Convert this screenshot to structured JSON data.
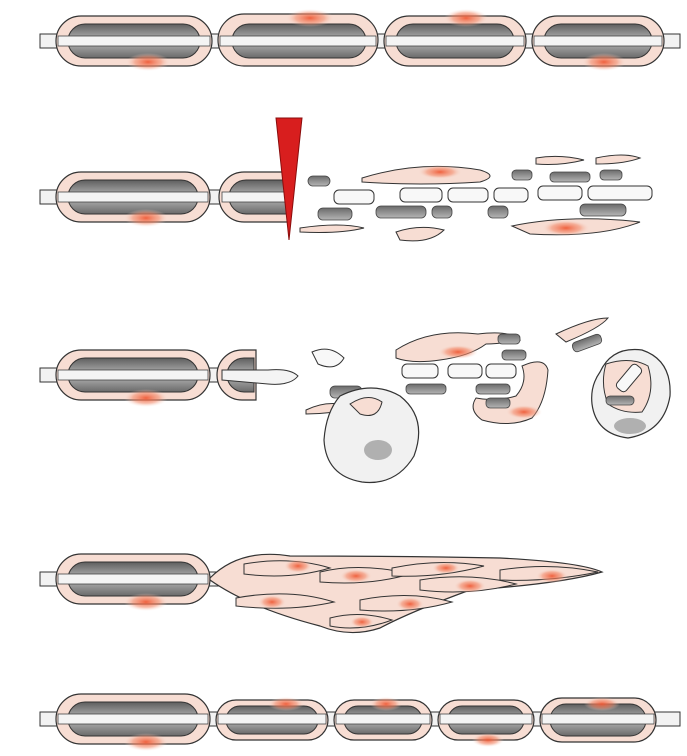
{
  "figure": {
    "panels": [
      {
        "id": "panel-1",
        "stage": "intact"
      },
      {
        "id": "panel-2",
        "stage": "injury"
      },
      {
        "id": "panel-3",
        "stage": "phagocytosis"
      },
      {
        "id": "panel-4",
        "stage": "proliferation"
      },
      {
        "id": "panel-5",
        "stage": "regenerated"
      }
    ],
    "colors": {
      "sheath_fill": "#f7ddd3",
      "sheath_stroke": "#2a2a2a",
      "axon_fill": "#f4f4f4",
      "myelin_dark": "#8a8a8a",
      "nucleus": "#ef6a4a",
      "blade": "#d81e1e",
      "macrophage_fill": "#f1f1f1",
      "debris_gray": "#9a9a9a"
    }
  }
}
